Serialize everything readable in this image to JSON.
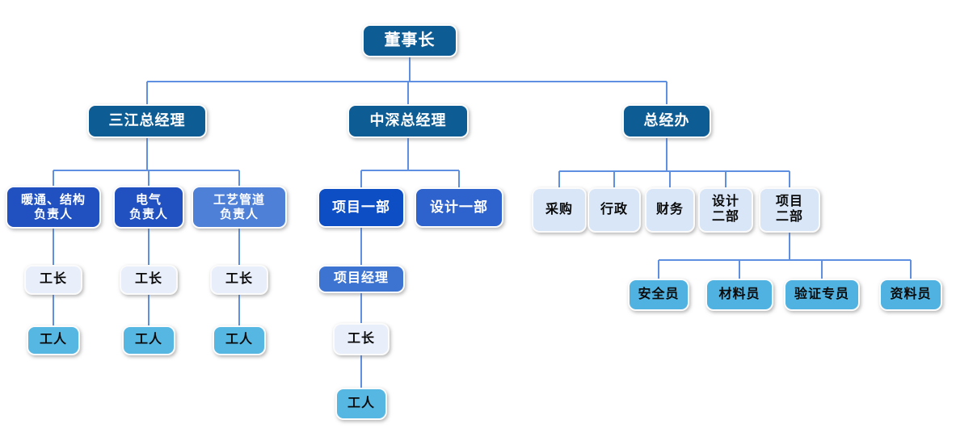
{
  "palette": {
    "navy": "#0E5C94",
    "royal": "#2150C0",
    "periwinkle": "#4E80D8",
    "vivid": "#0D4EC4",
    "vivid_light": "#2E62CC",
    "medium": "#3D74D2",
    "pale": "#E8EFFB",
    "light": "#D9E6F8",
    "cyan": "#56B7E2",
    "cyan_deep": "#4FB2E0",
    "line": "#5E8FE0"
  },
  "nodes": {
    "chairman": {
      "label": "董事长"
    },
    "sanjiang_gm": {
      "label": "三江总经理"
    },
    "zhongshen_gm": {
      "label": "中深总经理"
    },
    "gm_office": {
      "label": "总经办"
    },
    "hvac_lead": {
      "label": "暖通、结构\n负责人"
    },
    "electrical_lead": {
      "label": "电气\n负责人"
    },
    "piping_lead": {
      "label": "工艺管道\n负责人"
    },
    "foreman1": {
      "label": "工长"
    },
    "foreman2": {
      "label": "工长"
    },
    "foreman3": {
      "label": "工长"
    },
    "worker1": {
      "label": "工人"
    },
    "worker2": {
      "label": "工人"
    },
    "worker3": {
      "label": "工人"
    },
    "project_dept1": {
      "label": "项目一部"
    },
    "design_dept1": {
      "label": "设计一部"
    },
    "project_manager": {
      "label": "项目经理"
    },
    "foreman4": {
      "label": "工长"
    },
    "worker4": {
      "label": "工人"
    },
    "procurement": {
      "label": "采购"
    },
    "admin": {
      "label": "行政"
    },
    "finance": {
      "label": "财务"
    },
    "design_dept2": {
      "label": "设计\n二部"
    },
    "project_dept2": {
      "label": "项目\n二部"
    },
    "safety_officer": {
      "label": "安全员"
    },
    "material_officer": {
      "label": "材料员"
    },
    "verification_specialist": {
      "label": "验证专员"
    },
    "archive_officer": {
      "label": "资料员"
    }
  }
}
